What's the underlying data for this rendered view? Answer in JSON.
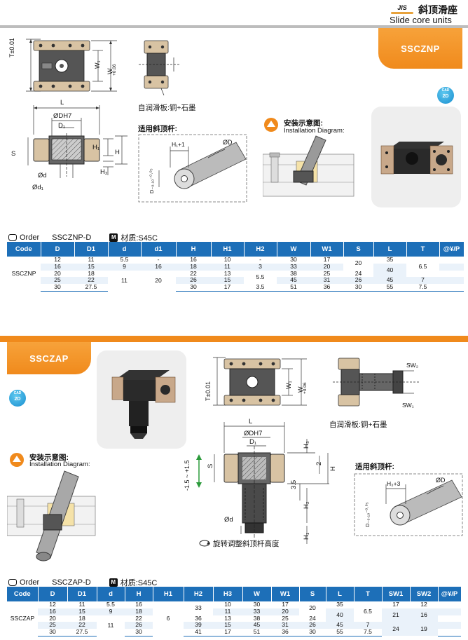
{
  "header": {
    "jis_badge": "JIS",
    "title_cn": "斜顶滑座",
    "title_en": "Slide core units"
  },
  "colors": {
    "accent_orange": "#f08a1c",
    "table_header_blue": "#1d6fb8",
    "bronze": "#d8c3a3",
    "cad_badge_blue": "#1a8fd0"
  },
  "section1": {
    "tab_label": "SSCZNP",
    "cad_badge": {
      "top": "CAD",
      "label": "2D"
    },
    "lube_plate_label": "自润滑板:铜+石墨",
    "ejector_label": "适用斜顶杆:",
    "install_cn": "安装示意图:",
    "install_en": "Installation Diagram:",
    "dims": {
      "T": "T±0.01",
      "W1": "W₁",
      "W": "W",
      "W_tol": "+0.06",
      "L": "L",
      "DH7": "ØDH7",
      "D1": "D₁",
      "S": "S",
      "H1": "H₁",
      "H": "H",
      "H2": "H₂",
      "d": "Ød",
      "d1": "Ød₁",
      "H1_plus": "H₁+1",
      "OD": "ØD",
      "D_tol": "D₋₀.₁₀⁻⁰·⁰⁵"
    },
    "order": {
      "label": "Order",
      "code": "SSCZNP-D",
      "material_icon": "M",
      "material": "材质:S45C"
    },
    "table": {
      "headers": [
        "Code",
        "D",
        "D1",
        "d",
        "d1",
        "H",
        "H1",
        "H2",
        "W",
        "W1",
        "S",
        "L",
        "T",
        "@¥/P"
      ],
      "code": "SSCZNP",
      "D": [
        "12",
        "16",
        "20",
        "25",
        "30"
      ],
      "D1": [
        "11",
        "15",
        "18",
        "22",
        "27.5"
      ],
      "d": [
        "5.5",
        "9",
        "11"
      ],
      "d1": [
        "-",
        "16",
        "20"
      ],
      "H": [
        "16",
        "18",
        "22",
        "26",
        "30"
      ],
      "H1": [
        "10",
        "11",
        "13",
        "15",
        "17"
      ],
      "H2": [
        "-",
        "3",
        "5.5",
        "3.5"
      ],
      "W": [
        "30",
        "33",
        "38",
        "45",
        "51"
      ],
      "W1": [
        "17",
        "20",
        "25",
        "31",
        "36"
      ],
      "S": [
        "20",
        "24",
        "26",
        "30"
      ],
      "L": [
        "35",
        "40",
        "45",
        "55"
      ],
      "T": [
        "6.5",
        "7",
        "7.5"
      ]
    }
  },
  "section2": {
    "tab_label": "SSCZAP",
    "cad_badge": {
      "top": "CAD",
      "label": "2D"
    },
    "lube_plate_label": "自润滑板:铜+石墨",
    "ejector_label": "适用斜顶杆:",
    "install_cn": "安装示意图:",
    "install_en": "Installation Diagram:",
    "rotate_label": "旋转调整斜顶杆高度",
    "dims": {
      "T": "T±0.01",
      "W1": "W₁",
      "W": "W",
      "W_tol": "+0.06",
      "SW2": "SW₂",
      "SW1": "SW₁",
      "L": "L",
      "DH7": "ØDH7",
      "D1": "D₁",
      "H3": "H₃",
      "two": "2",
      "S": "S",
      "H": "H",
      "range": "-1.5 ~ +1.5",
      "three_five": "3.5",
      "H2": "H₂",
      "d": "Ød",
      "H1": "H₁",
      "H3_plus": "H₃+3",
      "OD": "ØD",
      "D_tol": "D₋₀.₁₀⁻⁰·⁰⁵"
    },
    "order": {
      "label": "Order",
      "code": "SSCZAP-D",
      "material_icon": "M",
      "material": "材质:S45C"
    },
    "table": {
      "headers": [
        "Code",
        "D",
        "D1",
        "d",
        "H",
        "H1",
        "H2",
        "H3",
        "W",
        "W1",
        "S",
        "L",
        "T",
        "SW1",
        "SW2",
        "@¥/P"
      ],
      "code": "SSCZAP",
      "D": [
        "12",
        "16",
        "20",
        "25",
        "30"
      ],
      "D1": [
        "11",
        "15",
        "18",
        "22",
        "27.5"
      ],
      "d": [
        "5.5",
        "9",
        "11"
      ],
      "H": [
        "16",
        "18",
        "22",
        "26",
        "30"
      ],
      "H1": [
        "6"
      ],
      "H2": [
        "33",
        "36",
        "39",
        "41"
      ],
      "H3": [
        "10",
        "11",
        "13",
        "15",
        "17"
      ],
      "W": [
        "30",
        "33",
        "38",
        "45",
        "51"
      ],
      "W1": [
        "17",
        "20",
        "25",
        "31",
        "36"
      ],
      "S": [
        "20",
        "24",
        "26",
        "30"
      ],
      "L": [
        "35",
        "40",
        "45",
        "55"
      ],
      "T": [
        "6.5",
        "7",
        "7.5"
      ],
      "SW1": [
        "17",
        "21",
        "24"
      ],
      "SW2": [
        "12",
        "16",
        "19"
      ]
    }
  }
}
